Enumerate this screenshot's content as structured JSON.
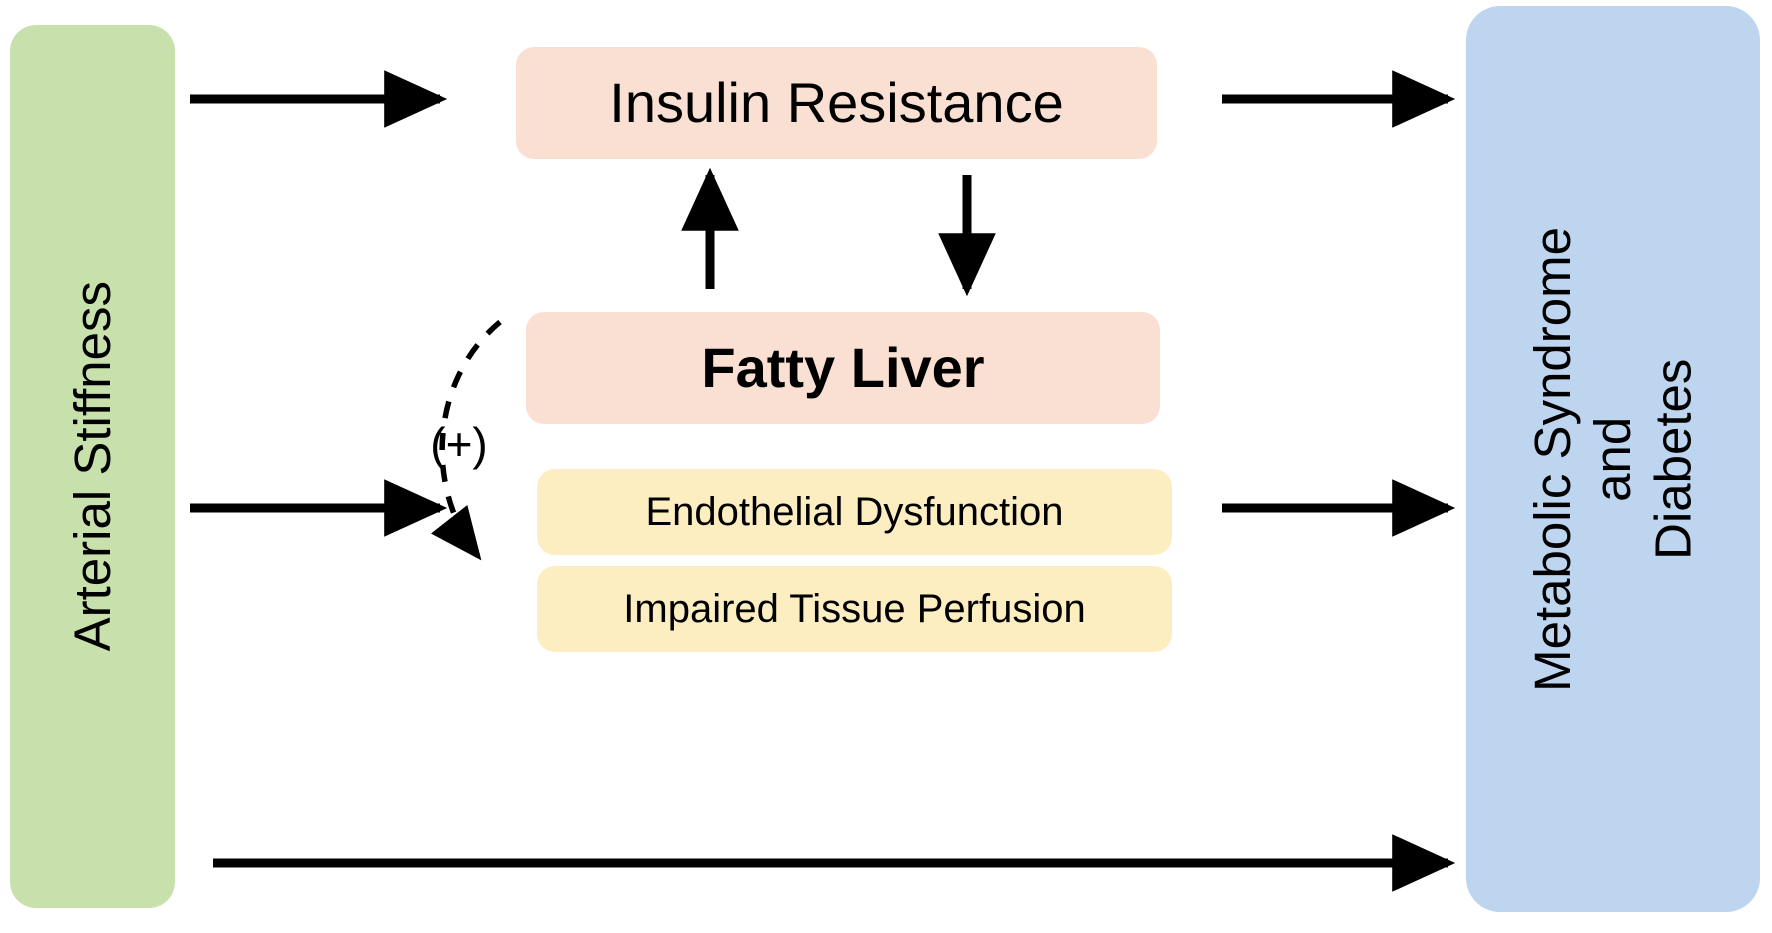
{
  "diagram": {
    "title": "Arterial Stiffness to Metabolic Syndrome Pathway",
    "background_color": "#ffffff",
    "nodes": {
      "arterial_stiffness": {
        "label": "Arterial Stiffness",
        "color": "#c8e0ac",
        "orientation": "vertical"
      },
      "metabolic_syndrome": {
        "label": "Metabolic Syndrome\nand\nDiabetes",
        "line1": "Metabolic Syndrome",
        "line2": "and",
        "line3": "Diabetes",
        "color": "#bdd5ee",
        "orientation": "vertical"
      },
      "insulin_resistance": {
        "label": "Insulin Resistance",
        "color": "#fae0d2",
        "bold": "false"
      },
      "fatty_liver": {
        "label": "Fatty Liver",
        "color": "#fae0d2",
        "bold": "true"
      },
      "endothelial_dysfunction": {
        "label": "Endothelial Dysfunction",
        "color": "#fdeec1",
        "bold": "false"
      },
      "impaired_tissue_perfusion": {
        "label": "Impaired Tissue Perfusion",
        "color": "#fdeec1",
        "bold": "false"
      }
    },
    "annotations": {
      "positive_effect": "(+)"
    },
    "edges": [
      {
        "name": "stiffness-to-insulin-resistance",
        "from": "arterial_stiffness",
        "to": "insulin_resistance",
        "style": "solid",
        "direction": "right"
      },
      {
        "name": "insulin-resistance-to-metabolic-syndrome",
        "from": "insulin_resistance",
        "to": "metabolic_syndrome",
        "style": "solid",
        "direction": "right"
      },
      {
        "name": "fatty-liver-to-insulin-resistance",
        "from": "fatty_liver",
        "to": "insulin_resistance",
        "style": "solid",
        "direction": "up"
      },
      {
        "name": "insulin-resistance-to-fatty-liver",
        "from": "insulin_resistance",
        "to": "fatty_liver",
        "style": "solid",
        "direction": "down"
      },
      {
        "name": "stiffness-to-endothelial-group",
        "from": "arterial_stiffness",
        "to": "endothelial_dysfunction",
        "style": "solid",
        "direction": "right"
      },
      {
        "name": "fatty-liver-to-perfusion-positive",
        "from": "fatty_liver",
        "to": "impaired_tissue_perfusion",
        "style": "dashed",
        "direction": "curved-down",
        "label": "(+)"
      },
      {
        "name": "endothelial-group-to-metabolic-syndrome",
        "from": "endothelial_dysfunction",
        "to": "metabolic_syndrome",
        "style": "solid",
        "direction": "right"
      },
      {
        "name": "stiffness-to-metabolic-syndrome-direct",
        "from": "arterial_stiffness",
        "to": "metabolic_syndrome",
        "style": "solid",
        "direction": "right"
      }
    ]
  }
}
